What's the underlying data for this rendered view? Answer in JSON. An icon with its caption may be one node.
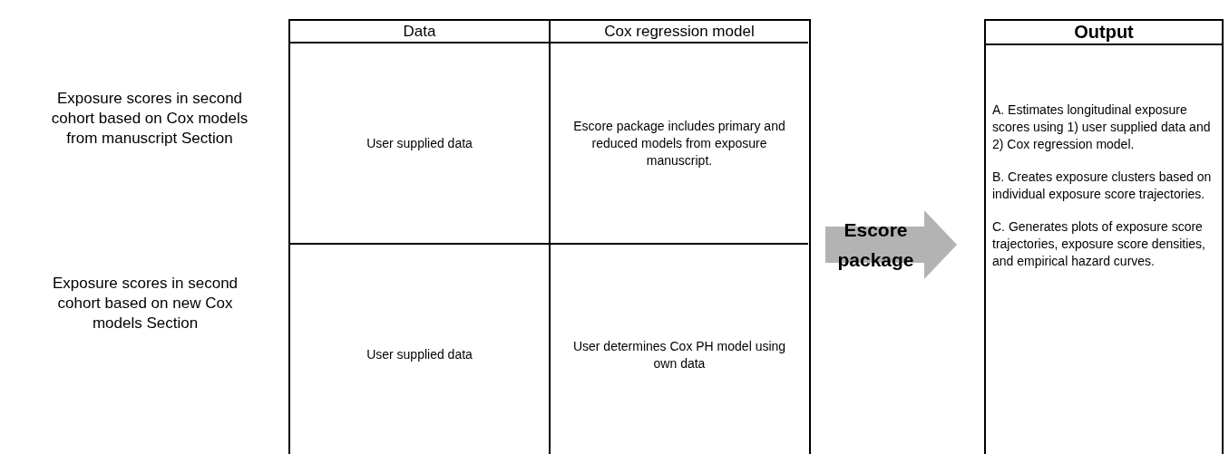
{
  "diagram": {
    "nodes": [
      {
        "text": [],
        "shape": "box"
      },
      {
        "text": [
          "Data"
        ],
        "in": 0
      },
      {
        "text": [
          "Cox regression model"
        ],
        "in": 0
      },
      {
        "text": [
          "User supplied data"
        ],
        "in": 0
      },
      {
        "text": [
          "Escore package includes primary and reduced models from exposure manuscript."
        ],
        "in": 0
      },
      {
        "text": [
          "User supplied data"
        ],
        "in": 0
      },
      {
        "text": [
          "User determines Cox PH model using own data"
        ],
        "in": 0
      },
      {
        "text": [
          "Output",
          "A. Estimates longitudinal exposure scores using 1) user supplied data and 2) Cox regression model.",
          "B. Creates exposure clusters based on individual exposure score trajectories.",
          "C. Generates plots of exposure score trajectories, exposure score densities, and empirical hazard curves."
        ]
      }
    ],
    "edges": [
      {
        "from": 0,
        "to": 7,
        "arrow": "to",
        "label": "Escore package"
      }
    ],
    "labels": [
      "Exposure scores in second cohort based on Cox models from manuscript Section",
      "Exposure scores in second cohort based on new Cox models Section"
    ]
  }
}
